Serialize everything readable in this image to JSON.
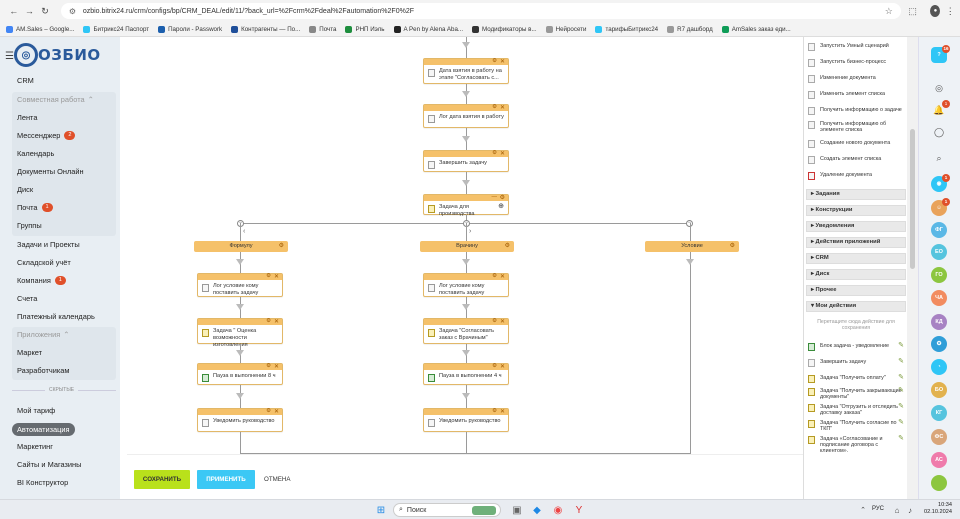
{
  "browser": {
    "url": "ozbio.bitrix24.ru/crm/configs/bp/CRM_DEAL/edit/11/?back_url=%2Fcrm%2Fdeal%2Fautomation%2F0%2F",
    "icons": [
      "back-icon",
      "forward-icon",
      "reload-icon",
      "star-icon",
      "extensions-icon",
      "profile-icon",
      "menu-icon"
    ]
  },
  "bookmarks": [
    "AM.Sales – Google...",
    "Битрикс24 Паспорт",
    "Пароли - Passwork",
    "Контрагенты — По...",
    "Почта",
    "РНП Иэль",
    "A Pen by Alena Aba...",
    "Модификаторы в...",
    "Нейросети",
    "тарифыБитрикс24",
    "R7 дашборд",
    "AmSales заказ еди..."
  ],
  "sidebar": {
    "logo_text": "ОЗБИО",
    "items": [
      {
        "label": "CRM"
      },
      {
        "label": "Совместная работа",
        "group": true
      },
      {
        "label": "Лента"
      },
      {
        "label": "Мессенджер",
        "badge": "2"
      },
      {
        "label": "Календарь"
      },
      {
        "label": "Документы Онлайн"
      },
      {
        "label": "Диск"
      },
      {
        "label": "Почта",
        "badge": "1"
      },
      {
        "label": "Группы"
      },
      {
        "label": "Задачи и Проекты"
      },
      {
        "label": "Складской учёт"
      },
      {
        "label": "Компания",
        "badge": "1"
      },
      {
        "label": "Счета"
      },
      {
        "label": "Платежный календарь"
      },
      {
        "label": "Приложения",
        "group": true
      },
      {
        "label": "Маркет"
      },
      {
        "label": "Разработчикам"
      },
      {
        "label": "СКРЫТЫЕ",
        "divider": true
      },
      {
        "label": "Мой тариф"
      },
      {
        "label": "Автоматизация",
        "active": true
      },
      {
        "label": "Маркетинг"
      },
      {
        "label": "Сайты и Магазины"
      },
      {
        "label": "BI Конструктор"
      }
    ]
  },
  "flow": {
    "top": [
      "Дата взятия в работу на этапе \"Согласовать с...",
      "Лог дата взятия в работу",
      "Завершить задачу",
      "Задача для производства"
    ],
    "branches": [
      {
        "condition": "Формулу",
        "steps": [
          "Лог условие кому поставить задачу",
          "Задача \" Оценка возможности изготовления",
          "Пауза в выполнении 8 ч",
          "Уведомить руководство"
        ]
      },
      {
        "condition": "Врачину",
        "steps": [
          "Лог условие кому поставить задачу",
          "Задача \"Согласовать заказ с Врачиным\"",
          "Пауза в выполнении 4 ч",
          "Уведомить руководство"
        ]
      },
      {
        "condition": "Условие",
        "steps": []
      }
    ]
  },
  "buttons": {
    "save": "СОХРАНИТЬ",
    "apply": "ПРИМЕНИТЬ",
    "cancel": "ОТМЕНА"
  },
  "toolbox": {
    "top_items": [
      "Запустить Умный сценарий",
      "Запустить бизнес-процесс",
      "Изменение документа",
      "Изменить элемент списка",
      "Получить информацию о задаче",
      "Получить информацию об элементе списка",
      "Создание нового документа",
      "Создать элемент списка",
      "Удаление документа"
    ],
    "sections": [
      "Задания",
      "Конструкции",
      "Уведомления",
      "Действия приложений",
      "CRM",
      "Диск",
      "Прочее",
      "Мои действия"
    ],
    "hint": "Перетащите сюда действие для сохранения",
    "my_actions": [
      "Блок задача - уведомление",
      "Завершить задачу",
      "Задача \"Получить оплату\"",
      "Задача \"Получить закрывающие документы\"",
      "Задача \"Отгрузить и отследить доставку заказа\"",
      "Задача \"Получить согласие по ТКП\"",
      "Задача «Согласование и подписание договора с клиентом»."
    ]
  },
  "rightbar": {
    "badges": [
      "16",
      "1",
      "1",
      "1"
    ],
    "avatars": [
      "ФГ",
      "ЕО",
      "ГО",
      "ЧА",
      "КД",
      "БО",
      "КГ",
      "ФС",
      "АС"
    ]
  },
  "taskbar": {
    "search": "Поиск",
    "lang": "РУС",
    "time": "10:34",
    "date": "02.10.2024"
  }
}
